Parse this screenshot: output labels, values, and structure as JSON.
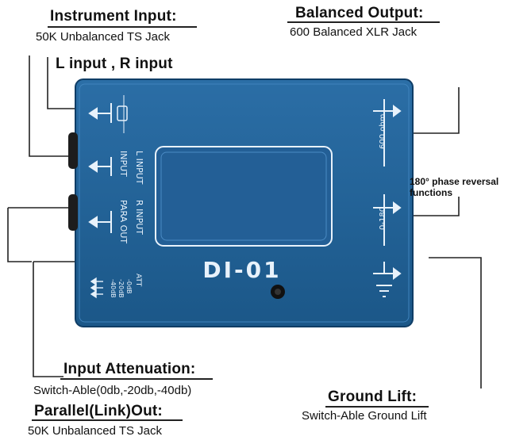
{
  "labels": {
    "instrument_input": {
      "title": "Instrument Input:",
      "sub": "50K Unbalanced TS Jack"
    },
    "lr_input": "L input , R input",
    "balanced_output": {
      "title": "Balanced Output:",
      "sub": "600 Balanced XLR Jack"
    },
    "phase_reversal": {
      "line1": "180° phase reversal",
      "line2": "functions"
    },
    "input_attenuation": {
      "title": "Input Attenuation:",
      "sub": "Switch-Able(0db,-20db,-40db)"
    },
    "parallel_out": {
      "title": "Parallel(Link)Out:",
      "sub": "50K Unbalanced TS Jack"
    },
    "ground_lift": {
      "title": "Ground Lift:",
      "sub": "Switch-Able Ground Lift"
    }
  },
  "device": {
    "model": "DI-01",
    "left_panel": {
      "l_input": "L INPUT",
      "r_input": "R INPUT",
      "input": "INPUT",
      "para_out": "PARA OUT"
    },
    "att": {
      "label": "ATT",
      "opt0": "-0dB",
      "opt1": "-20dB",
      "opt2": "-40dB"
    },
    "right_panel": {
      "ohm": "600 ohm",
      "phase": "0-180"
    }
  },
  "colors": {
    "device_blue": "#1f5f95",
    "device_edge": "#0f3d66",
    "panel_line": "#e8f2fb"
  }
}
